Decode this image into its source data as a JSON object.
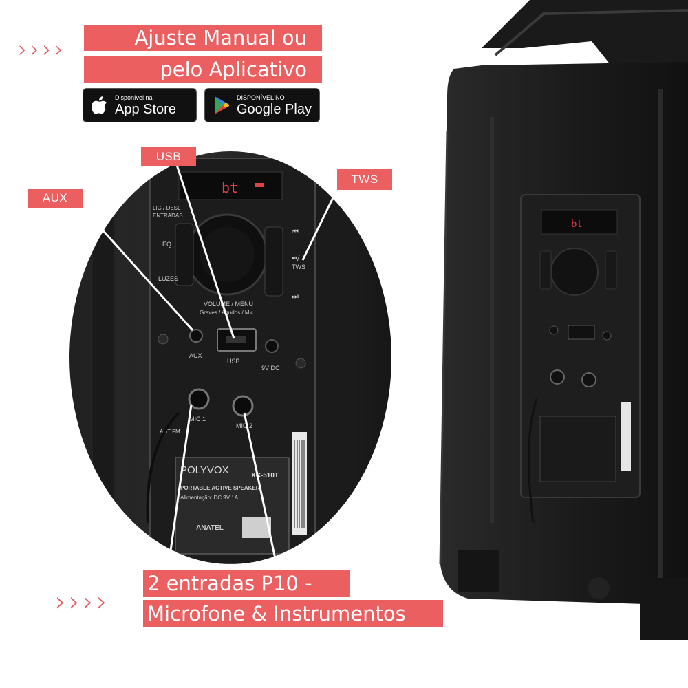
{
  "headline": {
    "line1": "Ajuste Manual ou",
    "line2": "pelo Aplicativo",
    "chevrons": "››››"
  },
  "stores": {
    "apple": {
      "small": "Disponível na",
      "big": "App Store",
      "icon": "apple-icon"
    },
    "google": {
      "small": "DISPONÍVEL NO",
      "big": "Google Play",
      "icon": "google-play-icon"
    }
  },
  "tags": {
    "usb": "USB",
    "tws": "TWS",
    "aux": "AUX"
  },
  "panel": {
    "display": "bt",
    "label_lig": "LIG / DESL",
    "label_entradas": "ENTRADAS",
    "label_eq": "EQ",
    "label_luzes": "LUZES",
    "label_volume": "VOLUME / MENU",
    "label_graves": "Graves / Agudos / Mic",
    "label_aux": "AUX",
    "label_usb": "USB",
    "label_dc": "9V DC",
    "label_tws": "TWS",
    "label_mic1": "MIC 1",
    "label_mic2": "MIC 2",
    "label_antfm": "ANT FM",
    "brand": "POLYVOX",
    "model": "XC-510T",
    "spec1": "PORTABLE ACTIVE SPEAKER",
    "spec2": "Alimentação: DC 9V 1A",
    "anatel": "ANATEL"
  },
  "bottom": {
    "line1": "2 entradas P10 -",
    "line2": "Microfone & Instrumentos",
    "chevrons": "››››"
  },
  "colors": {
    "accent": "#ec5f60",
    "speaker": "#1b1b1b"
  }
}
